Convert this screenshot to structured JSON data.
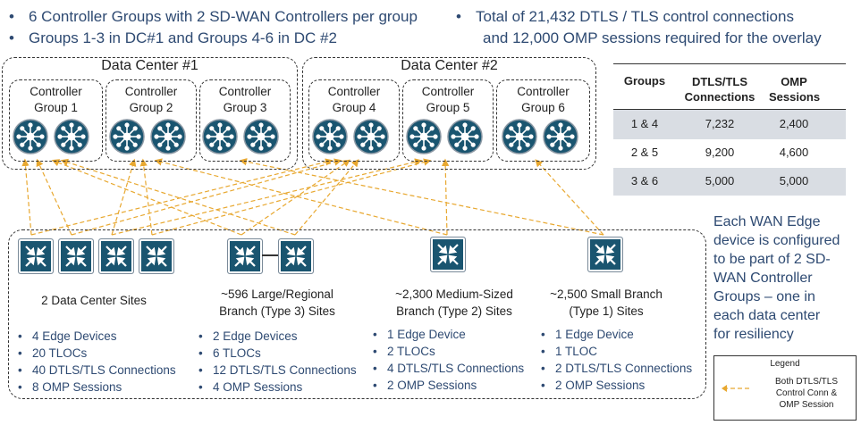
{
  "bullets_left": [
    "6 Controller Groups with 2 SD-WAN Controllers per group",
    "Groups 1-3 in DC#1 and Groups 4-6 in DC #2"
  ],
  "bullets_right": [
    "Total of 21,432 DTLS / TLS control connections",
    "and 12,000 OMP sessions required for the overlay"
  ],
  "data_centers": [
    {
      "title": "Data Center #1",
      "groups": [
        {
          "line1": "Controller",
          "line2": "Group 1"
        },
        {
          "line1": "Controller",
          "line2": "Group 2"
        },
        {
          "line1": "Controller",
          "line2": "Group 3"
        }
      ]
    },
    {
      "title": "Data Center #2",
      "groups": [
        {
          "line1": "Controller",
          "line2": "Group 4"
        },
        {
          "line1": "Controller",
          "line2": "Group 5"
        },
        {
          "line1": "Controller",
          "line2": "Group 6"
        }
      ]
    }
  ],
  "table": {
    "headers": [
      "Groups",
      "DTLS/TLS Connections",
      "OMP Sessions"
    ],
    "rows": [
      [
        "1 & 4",
        "7,232",
        "2,400"
      ],
      [
        "2 & 5",
        "9,200",
        "4,600"
      ],
      [
        "3 & 6",
        "5,000",
        "5,000"
      ]
    ],
    "shaded_color": "#d9dde3"
  },
  "sites": [
    {
      "title1": "2 Data Center Sites",
      "title2": "",
      "bullets": [
        "4 Edge Devices",
        "20 TLOCs",
        "40 DTLS/TLS Connections",
        "8 OMP Sessions"
      ]
    },
    {
      "title1": "~596 Large/Regional",
      "title2": "Branch (Type 3) Sites",
      "bullets": [
        "2 Edge Devices",
        "6 TLOCs",
        "12 DTLS/TLS Connections",
        "4 OMP Sessions"
      ]
    },
    {
      "title1": "~2,300 Medium-Sized",
      "title2": "Branch (Type 2) Sites",
      "bullets": [
        "1 Edge Device",
        "2 TLOCs",
        "4 DTLS/TLS Connections",
        "2 OMP Sessions"
      ]
    },
    {
      "title1": "~2,500 Small Branch",
      "title2": "(Type 1) Sites",
      "bullets": [
        "1 Edge Device",
        "1 TLOC",
        "2 DTLS/TLS Connections",
        "2 OMP Sessions"
      ]
    }
  ],
  "edge_note": [
    "Each WAN Edge",
    "device is configured",
    "to be part of 2 SD-",
    "WAN Controller",
    "Groups – one in",
    "each data center",
    "for resiliency"
  ],
  "legend": {
    "title": "Legend",
    "lines": [
      "Both DTLS/TLS",
      "Control Conn &",
      "OMP Session"
    ]
  },
  "colors": {
    "connection_line": "#e8a830",
    "device": "#1a5570",
    "text_blue": "#2e4a72"
  }
}
